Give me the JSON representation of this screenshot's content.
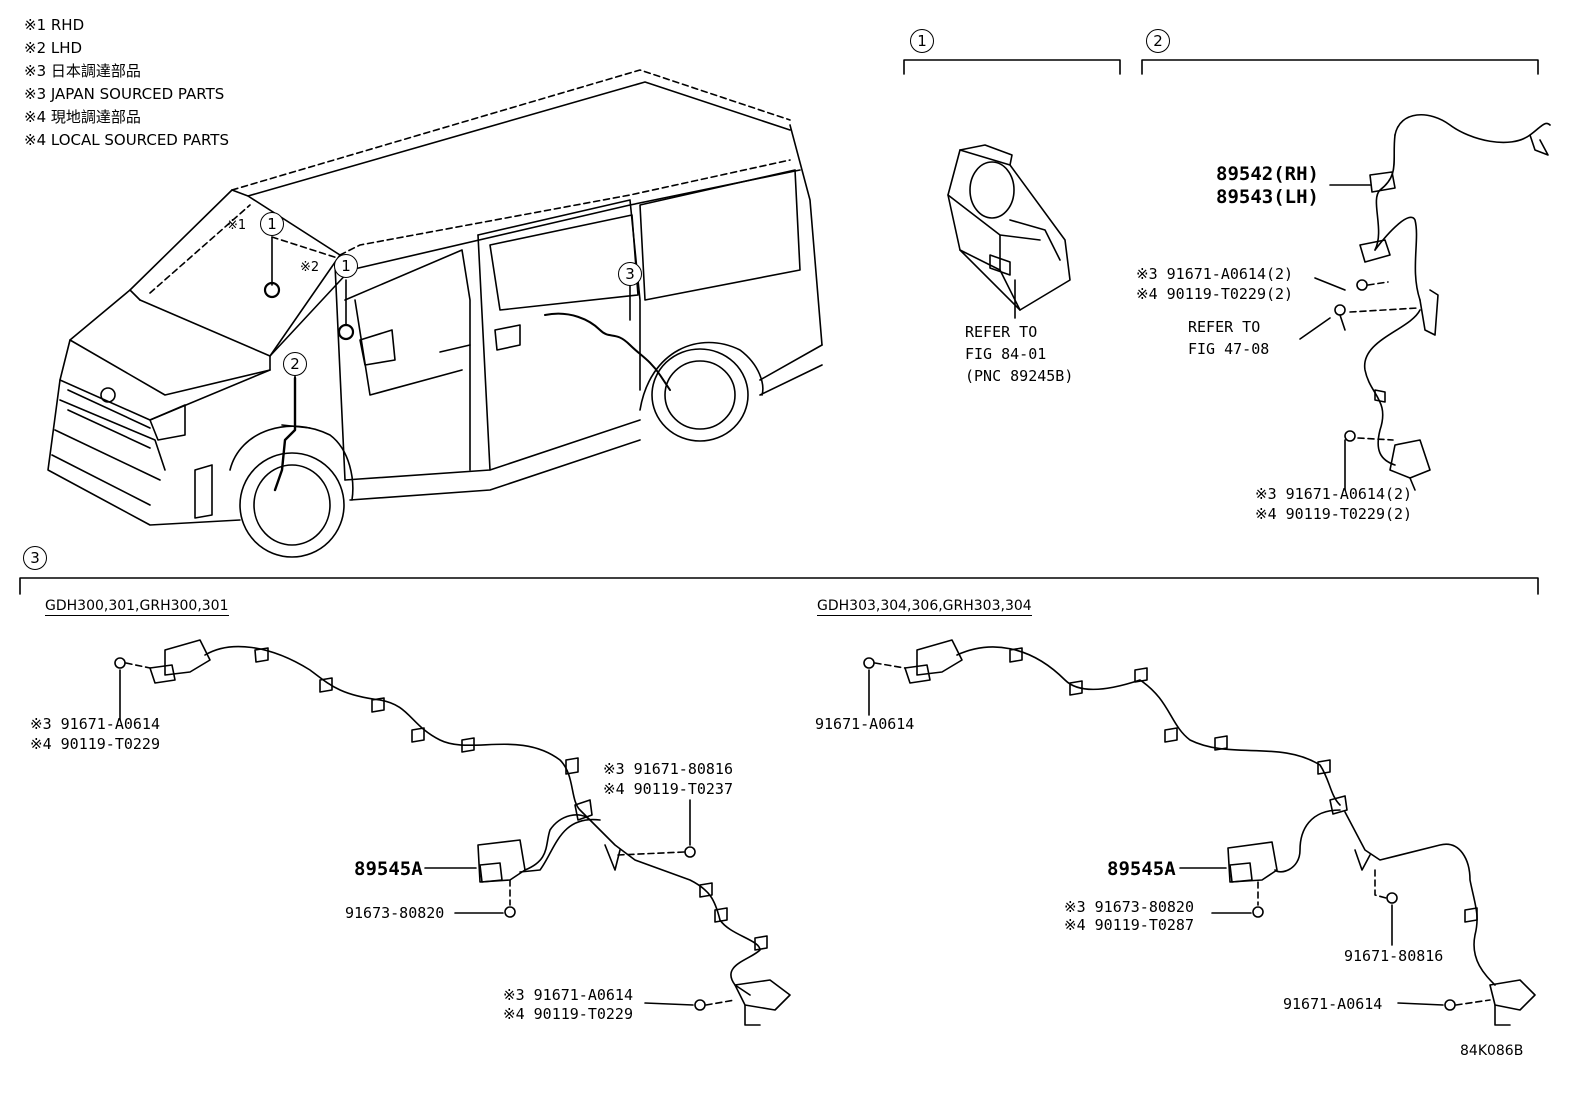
{
  "legend": [
    "※1 RHD",
    "※2 LHD",
    "※3 日本調達部品",
    "※3 JAPAN SOURCED PARTS",
    "※4 現地調達部品",
    "※4 LOCAL SOURCED PARTS"
  ],
  "van_callouts": {
    "c1_rhd_mark": "※1",
    "c1_rhd": "1",
    "c1_lhd_mark": "※2",
    "c1_lhd": "1",
    "c2": "2",
    "c3": "3"
  },
  "section1": {
    "number": "1",
    "refer": [
      "REFER TO",
      "FIG 84-01",
      "(PNC 89245B)"
    ]
  },
  "section2": {
    "number": "2",
    "part_rh": "89542(RH)",
    "part_lh": "89543(LH)",
    "bolt_top": [
      "※3 91671-A0614(2)",
      "※4 90119-T0229(2)"
    ],
    "refer": [
      "REFER TO",
      "FIG 47-08"
    ],
    "bolt_bottom": [
      "※3 91671-A0614(2)",
      "※4 90119-T0229(2)"
    ]
  },
  "section3": {
    "number": "3",
    "left": {
      "models": "GDH300,301,GRH300,301",
      "bolt_front": [
        "※3 91671-A0614",
        "※4 90119-T0229"
      ],
      "bolt_mid": [
        "※3 91671-80816",
        "※4 90119-T0237"
      ],
      "part": "89545A",
      "bolt_sensor": "91673-80820",
      "bolt_rear": [
        "※3 91671-A0614",
        "※4 90119-T0229"
      ]
    },
    "right": {
      "models": "GDH303,304,306,GRH303,304",
      "bolt_front": "91671-A0614",
      "part": "89545A",
      "bolt_sensor": [
        "※3 91673-80820",
        "※4 90119-T0287"
      ],
      "bolt_mid": "91671-80816",
      "bolt_rear": "91671-A0614"
    }
  },
  "figure_id": "84K086B"
}
